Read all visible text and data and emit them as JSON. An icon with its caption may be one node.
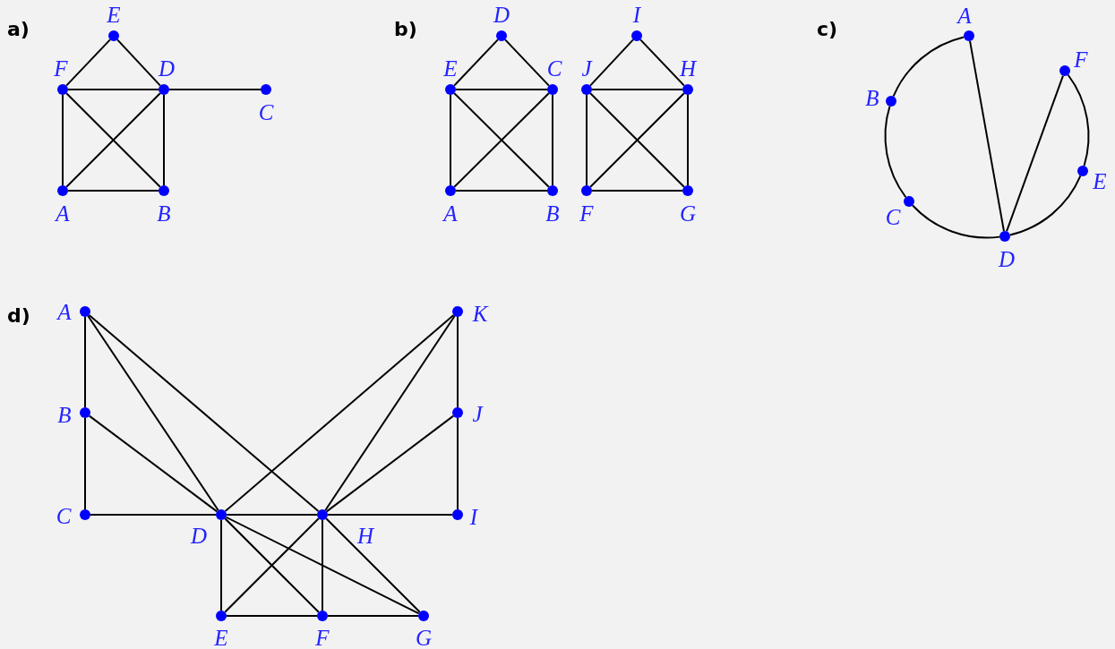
{
  "diagram": {
    "nodes": [
      {
        "text": [
          "E"
        ]
      },
      {
        "text": [
          "F"
        ]
      },
      {
        "text": [
          "D"
        ]
      },
      {
        "text": [
          "C"
        ]
      },
      {
        "text": [
          "A"
        ]
      },
      {
        "text": [
          "B"
        ]
      },
      {
        "text": [
          "D"
        ]
      },
      {
        "text": [
          "I"
        ]
      },
      {
        "text": [
          "E"
        ]
      },
      {
        "text": [
          "C"
        ]
      },
      {
        "text": [
          "J"
        ]
      },
      {
        "text": [
          "H"
        ]
      },
      {
        "text": [
          "A"
        ]
      },
      {
        "text": [
          "B"
        ]
      },
      {
        "text": [
          "F"
        ]
      },
      {
        "text": [
          "G"
        ]
      },
      {
        "text": [
          "A"
        ]
      },
      {
        "text": [
          "F"
        ]
      },
      {
        "text": [
          "B"
        ]
      },
      {
        "text": [
          "E"
        ]
      },
      {
        "text": [
          "C"
        ]
      },
      {
        "text": [
          "D"
        ]
      },
      {
        "text": [
          "A"
        ]
      },
      {
        "text": [
          "K"
        ]
      },
      {
        "text": [
          "B"
        ]
      },
      {
        "text": [
          "J"
        ]
      },
      {
        "text": [
          "C"
        ]
      },
      {
        "text": [
          "D"
        ]
      },
      {
        "text": [
          "H"
        ]
      },
      {
        "text": [
          "I"
        ]
      },
      {
        "text": [
          "E"
        ]
      },
      {
        "text": [
          "F"
        ]
      },
      {
        "text": [
          "G"
        ]
      }
    ],
    "edges": [
      {
        "from": 0,
        "to": 1,
        "arrow": "none"
      },
      {
        "from": 0,
        "to": 2,
        "arrow": "none"
      },
      {
        "from": 1,
        "to": 2,
        "arrow": "none"
      },
      {
        "from": 2,
        "to": 3,
        "arrow": "none"
      },
      {
        "from": 1,
        "to": 4,
        "arrow": "none"
      },
      {
        "from": 2,
        "to": 5,
        "arrow": "none"
      },
      {
        "from": 4,
        "to": 5,
        "arrow": "none"
      },
      {
        "from": 1,
        "to": 5,
        "arrow": "none"
      },
      {
        "from": 2,
        "to": 4,
        "arrow": "none"
      },
      {
        "from": 6,
        "to": 8,
        "arrow": "none"
      },
      {
        "from": 6,
        "to": 9,
        "arrow": "none"
      },
      {
        "from": 8,
        "to": 9,
        "arrow": "none"
      },
      {
        "from": 8,
        "to": 12,
        "arrow": "none"
      },
      {
        "from": 9,
        "to": 13,
        "arrow": "none"
      },
      {
        "from": 12,
        "to": 13,
        "arrow": "none"
      },
      {
        "from": 8,
        "to": 13,
        "arrow": "none"
      },
      {
        "from": 9,
        "to": 12,
        "arrow": "none"
      },
      {
        "from": 7,
        "to": 10,
        "arrow": "none"
      },
      {
        "from": 7,
        "to": 11,
        "arrow": "none"
      },
      {
        "from": 10,
        "to": 11,
        "arrow": "none"
      },
      {
        "from": 10,
        "to": 14,
        "arrow": "none"
      },
      {
        "from": 11,
        "to": 15,
        "arrow": "none"
      },
      {
        "from": 14,
        "to": 15,
        "arrow": "none"
      },
      {
        "from": 10,
        "to": 15,
        "arrow": "none"
      },
      {
        "from": 11,
        "to": 14,
        "arrow": "none"
      },
      {
        "from": 16,
        "to": 18,
        "arrow": "none"
      },
      {
        "from": 18,
        "to": 20,
        "arrow": "none"
      },
      {
        "from": 20,
        "to": 21,
        "arrow": "none"
      },
      {
        "from": 21,
        "to": 19,
        "arrow": "none"
      },
      {
        "from": 19,
        "to": 17,
        "arrow": "none"
      },
      {
        "from": 16,
        "to": 21,
        "arrow": "none"
      },
      {
        "from": 17,
        "to": 21,
        "arrow": "none"
      },
      {
        "from": 22,
        "to": 24,
        "arrow": "none"
      },
      {
        "from": 24,
        "to": 26,
        "arrow": "none"
      },
      {
        "from": 26,
        "to": 27,
        "arrow": "none"
      },
      {
        "from": 27,
        "to": 28,
        "arrow": "none"
      },
      {
        "from": 28,
        "to": 29,
        "arrow": "none"
      },
      {
        "from": 29,
        "to": 25,
        "arrow": "none"
      },
      {
        "from": 25,
        "to": 23,
        "arrow": "none"
      },
      {
        "from": 22,
        "to": 27,
        "arrow": "none"
      },
      {
        "from": 22,
        "to": 28,
        "arrow": "none"
      },
      {
        "from": 24,
        "to": 27,
        "arrow": "none"
      },
      {
        "from": 23,
        "to": 27,
        "arrow": "none"
      },
      {
        "from": 23,
        "to": 28,
        "arrow": "none"
      },
      {
        "from": 25,
        "to": 28,
        "arrow": "none"
      },
      {
        "from": 27,
        "to": 30,
        "arrow": "none"
      },
      {
        "from": 27,
        "to": 31,
        "arrow": "none"
      },
      {
        "from": 27,
        "to": 32,
        "arrow": "none"
      },
      {
        "from": 28,
        "to": 30,
        "arrow": "none"
      },
      {
        "from": 28,
        "to": 31,
        "arrow": "none"
      },
      {
        "from": 28,
        "to": 32,
        "arrow": "none"
      },
      {
        "from": 30,
        "to": 31,
        "arrow": "none"
      },
      {
        "from": 31,
        "to": 32,
        "arrow": "none"
      }
    ],
    "labels": [
      "a)",
      "b)",
      "c)",
      "d)"
    ]
  }
}
